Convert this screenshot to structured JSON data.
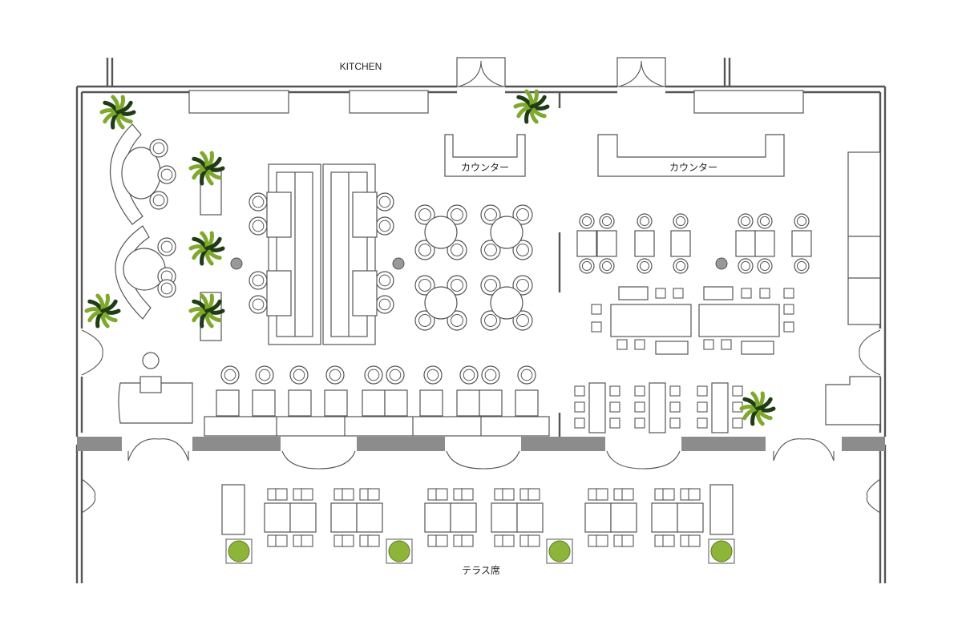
{
  "labels": {
    "kitchen": "KITCHEN",
    "counter_left": "カウンター",
    "counter_right": "カウンター",
    "terrace": "テラス席"
  },
  "colors": {
    "line": "#555555",
    "wall_band": "#8c8c8c",
    "plant_dark": "#1f3d14",
    "plant_green": "#7fa82c",
    "pot_green": "#8cb53a",
    "column": "#999999"
  }
}
